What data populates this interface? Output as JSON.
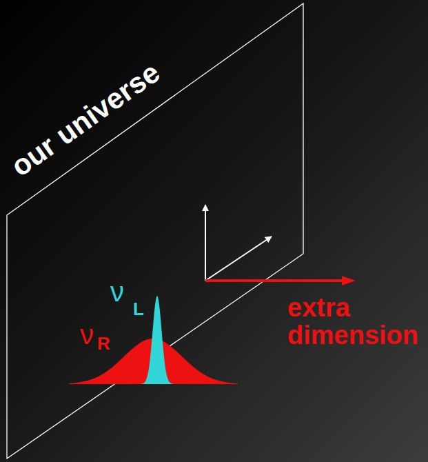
{
  "diagram": {
    "labels": [
      "our universe",
      "ν",
      "L",
      "ν",
      "R",
      "extra dimension"
    ]
  }
}
